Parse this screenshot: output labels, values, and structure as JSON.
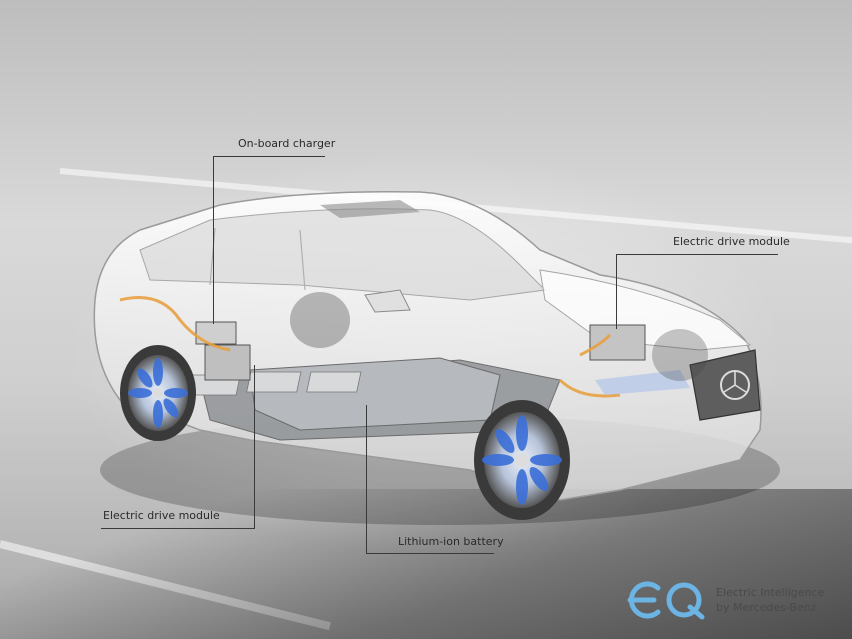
{
  "callouts": {
    "onboard_charger": "On-board charger",
    "electric_drive_front": "Electric drive module",
    "electric_drive_rear": "Electric drive module",
    "battery": "Lithium-ion battery"
  },
  "brand": {
    "logo_text": "EQ",
    "line1": "Electric Intelligence",
    "line2": "by Mercedes-Benz",
    "accent_color": "#6cb4e4"
  },
  "colors": {
    "wheel_blue": "#3a6fd8",
    "wiring_orange": "#e8a040",
    "body_glass": "#f2f2f2"
  }
}
